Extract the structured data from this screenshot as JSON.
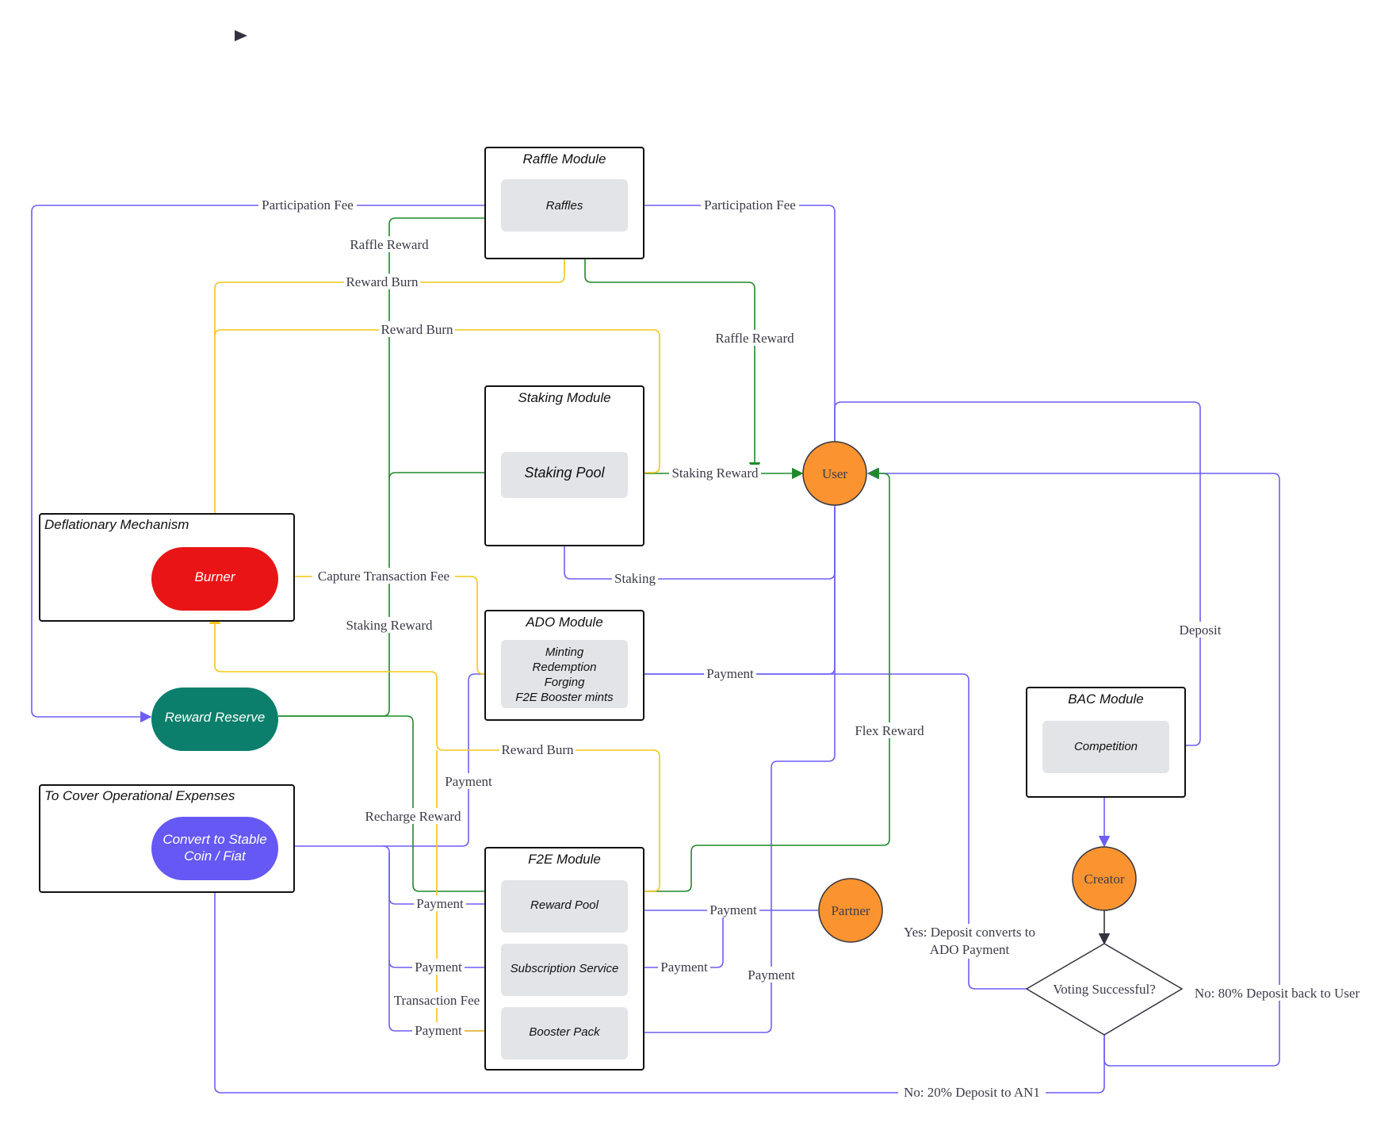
{
  "colors": {
    "purple": "#6d5ff5",
    "green": "#1f8a2a",
    "yellow": "#f5c518",
    "burner": "#e81416",
    "reserve": "#0b7f6b",
    "convert": "#6558f5",
    "orange": "#fb9430",
    "inner": "#e2e4e8",
    "dark": "#333340"
  },
  "modules": {
    "raffle": {
      "title": "Raffle Module",
      "raffles": "Raffles"
    },
    "staking": {
      "title": "Staking Module",
      "pool": "Staking Pool"
    },
    "ado": {
      "title": "ADO Module",
      "lines": [
        "Minting",
        "Redemption",
        "Forging",
        "F2E Booster mints"
      ]
    },
    "f2e": {
      "title": "F2E Module",
      "reward_pool": "Reward Pool",
      "subscription": "Subscription Service",
      "booster": "Booster Pack"
    },
    "bac": {
      "title": "BAC Module",
      "competition": "Competition"
    },
    "deflation": {
      "title": "Deflationary Mechanism",
      "burner": "Burner"
    },
    "opex": {
      "title": "To Cover Operational Expenses",
      "convert": [
        "Convert to Stable",
        "Coin / Fiat"
      ]
    }
  },
  "nodes": {
    "reward_reserve": "Reward Reserve",
    "user": "User",
    "partner": "Partner",
    "creator": "Creator",
    "voting": "Voting Successful?"
  },
  "edge_labels": {
    "participation_fee_left": "Participation Fee",
    "participation_fee_right": "Participation Fee",
    "raffle_reward_left": "Raffle Reward",
    "raffle_reward_right": "Raffle Reward",
    "reward_burn_1": "Reward Burn",
    "reward_burn_2": "Reward Burn",
    "reward_burn_3": "Reward Burn",
    "staking_reward_right": "Staking Reward",
    "staking_reward_left": "Staking Reward",
    "staking": "Staking",
    "capture_fee": "Capture Transaction Fee",
    "payment_ado": "Payment",
    "payment_ado_left": "Payment",
    "recharge_reward": "Recharge Reward",
    "flex_reward": "Flex Reward",
    "deposit": "Deposit",
    "payment_rp_left": "Payment",
    "payment_sub_left": "Payment",
    "payment_bp_left": "Payment",
    "transaction_fee": "Transaction Fee",
    "payment_partner": "Payment",
    "payment_partner_sub": "Payment",
    "payment_user_bp": "Payment",
    "yes_deposit": [
      "Yes: Deposit converts to",
      "ADO Payment"
    ],
    "no_80": "No: 80% Deposit back to User",
    "no_20": "No: 20% Deposit to AN1"
  }
}
